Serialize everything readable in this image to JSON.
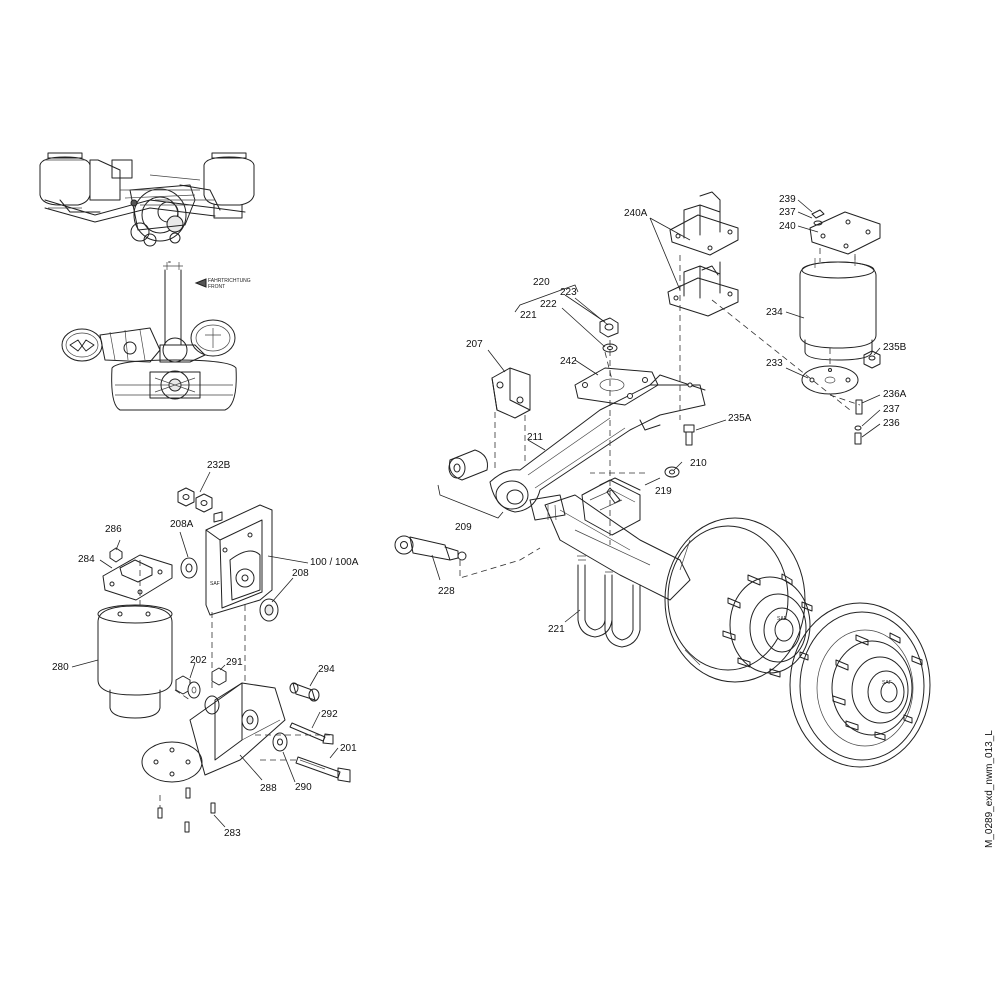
{
  "drawing_id": "M_0289_exd_nwm_013_L",
  "overview": {
    "direction_line1": "FAHRTRICHTUNG",
    "direction_line2": "FRONT"
  },
  "labels": {
    "p220": "220",
    "p221a": "221",
    "p222": "222",
    "p223": "223",
    "p207": "207",
    "p242": "242",
    "p211": "211",
    "p209": "209",
    "p228": "228",
    "p219": "219",
    "p210": "210",
    "p235A": "235A",
    "p221b": "221",
    "p240A": "240A",
    "p239": "239",
    "p237a": "237",
    "p240": "240",
    "p234": "234",
    "p233": "233",
    "p235B": "235B",
    "p236A": "236A",
    "p237b": "237",
    "p236": "236",
    "p232B": "232B",
    "p286": "286",
    "p208A": "208A",
    "p284": "284",
    "p100": "100 / 100A",
    "p208": "208",
    "p280": "280",
    "p202": "202",
    "p291": "291",
    "p294": "294",
    "p292": "292",
    "p201": "201",
    "p288": "288",
    "p290": "290",
    "p283": "283"
  }
}
